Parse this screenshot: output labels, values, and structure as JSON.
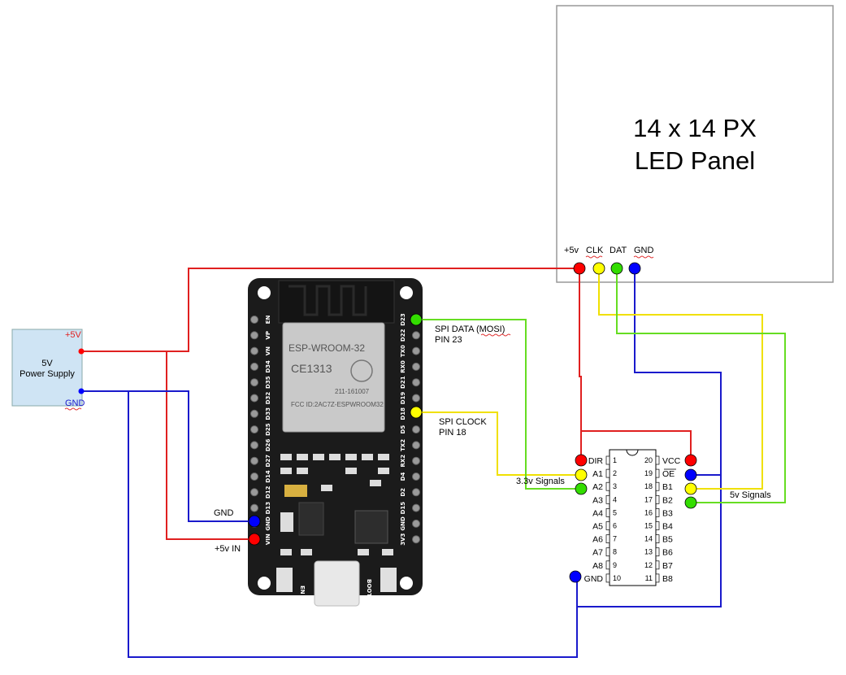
{
  "panel": {
    "title_line1": "14 x 14 PX",
    "title_line2": "LED Panel",
    "pins": [
      "+5v",
      "CLK",
      "DAT",
      "GND"
    ]
  },
  "power_supply": {
    "label_line1": "5V",
    "label_line2": "Power Supply",
    "pos_label": "+5V",
    "neg_label": "GND"
  },
  "esp32": {
    "module_name": "ESP-WROOM-32",
    "ce_mark": "CE1313",
    "r_code": "211-161007",
    "fcc_id": "FCC ID:2AC7Z-ESPWROOM32",
    "left_pins": [
      "EN",
      "VP",
      "VN",
      "D34",
      "D35",
      "D32",
      "D33",
      "D25",
      "D26",
      "D27",
      "D14",
      "D12",
      "D13",
      "GND",
      "VIN"
    ],
    "right_pins": [
      "D23",
      "D22",
      "TX0",
      "RX0",
      "D21",
      "D19",
      "D18",
      "D5",
      "TX2",
      "RX2",
      "D4",
      "D2",
      "D15",
      "GND",
      "3V3"
    ],
    "button_left": "EN",
    "button_right": "BOOT",
    "gnd_label": "GND",
    "vin_label": "+5v IN"
  },
  "annotations": {
    "spi_data_line1": "SPI DATA (MOSI)",
    "spi_data_line2": "PIN 23",
    "spi_clock_line1": "SPI CLOCK",
    "spi_clock_line2": "PIN 18",
    "signals_33": "3.3v Signals",
    "signals_5": "5v Signals"
  },
  "level_shifter": {
    "left_pins": [
      {
        "num": "1",
        "name": "DIR"
      },
      {
        "num": "2",
        "name": "A1"
      },
      {
        "num": "3",
        "name": "A2"
      },
      {
        "num": "4",
        "name": "A3"
      },
      {
        "num": "5",
        "name": "A4"
      },
      {
        "num": "6",
        "name": "A5"
      },
      {
        "num": "7",
        "name": "A6"
      },
      {
        "num": "8",
        "name": "A7"
      },
      {
        "num": "9",
        "name": "A8"
      },
      {
        "num": "10",
        "name": "GND"
      }
    ],
    "right_pins": [
      {
        "num": "20",
        "name": "VCC"
      },
      {
        "num": "19",
        "name": "OE"
      },
      {
        "num": "18",
        "name": "B1"
      },
      {
        "num": "17",
        "name": "B2"
      },
      {
        "num": "16",
        "name": "B3"
      },
      {
        "num": "15",
        "name": "B4"
      },
      {
        "num": "14",
        "name": "B5"
      },
      {
        "num": "13",
        "name": "B6"
      },
      {
        "num": "12",
        "name": "B7"
      },
      {
        "num": "11",
        "name": "B8"
      }
    ]
  },
  "colors": {
    "red": "#ff0000",
    "blue": "#0000ff",
    "yellow": "#ffff00",
    "green": "#33dd00",
    "wire_red": "#e02020",
    "wire_blue": "#1a1acc",
    "wire_yellow": "#f0e000",
    "wire_green": "#66dd22"
  }
}
